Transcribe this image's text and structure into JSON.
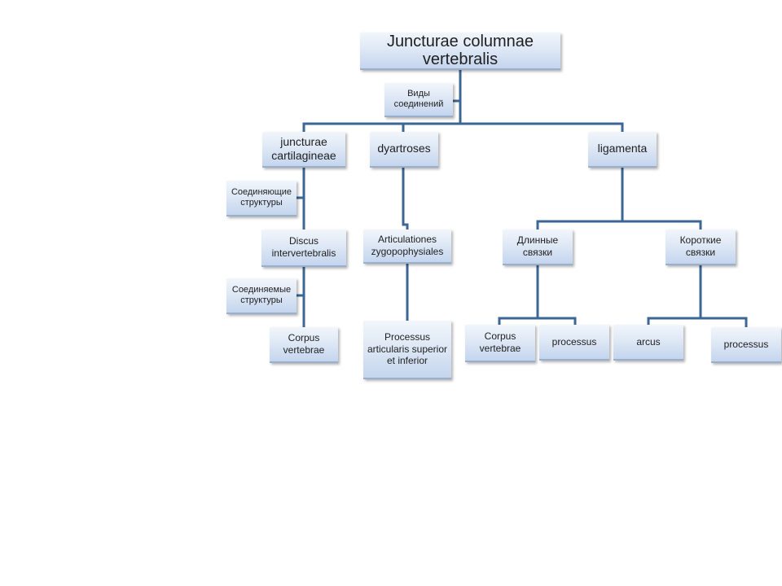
{
  "diagram": {
    "root": "Juncturae columnae vertebralis",
    "root_note": "Виды соединений",
    "left": {
      "title": "juncturae cartilagineae",
      "note1": "Соединяющие структуры",
      "child": "Discus intervertebralis",
      "note2": "Соединяемые структуры",
      "grandchild": "Corpus vertebrae"
    },
    "middle": {
      "title": "dyartroses",
      "child": "Articulationes zygopophysiales",
      "grandchild": "Processus articularis superior et inferior"
    },
    "right": {
      "title": "ligamenta",
      "long": {
        "title": "Длинные связки",
        "child1": "Corpus vertebrae",
        "child2": "processus"
      },
      "short": {
        "title": "Короткие связки",
        "child1": "arcus",
        "child2": "processus"
      }
    }
  },
  "colors": {
    "connector": "#3c6695",
    "box_top": "#f2f6fc",
    "box_bottom": "#c4d5ee"
  }
}
